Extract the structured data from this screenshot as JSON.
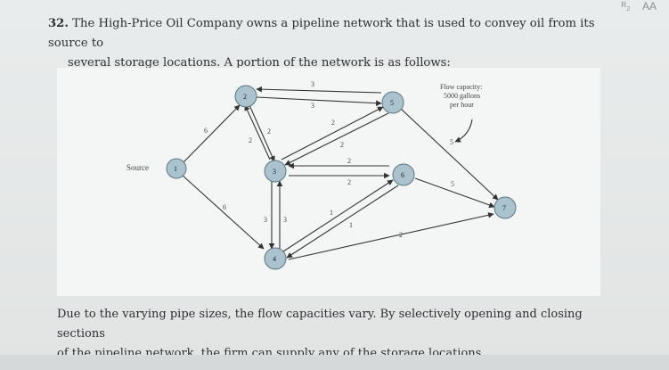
{
  "topbar": {
    "icon_label": "ᴿ₂",
    "font_size_label": "AA"
  },
  "question": {
    "number": "32.",
    "text_line1": "The High-Price Oil Company owns a pipeline network that is used to convey oil from its source to",
    "text_line2": "several storage locations. A portion of the network is as follows:"
  },
  "diagram": {
    "source_label": "Source",
    "capacity_note": [
      "Flow capacity:",
      "5000 gallons",
      "per hour"
    ],
    "nodes": [
      "1",
      "2",
      "3",
      "4",
      "5",
      "6",
      "7"
    ],
    "edge_labels": {
      "e12": "6",
      "e14": "6",
      "e25": "3",
      "e52": "3",
      "e23": "2",
      "e32": "2",
      "e35": "2",
      "e53": "2",
      "e36": "2",
      "e63": "2",
      "e34": "3",
      "e43": "3",
      "e46": "1",
      "e64": "1",
      "e57": "5",
      "e67": "5",
      "e47": "2"
    }
  },
  "footer": {
    "line1": "Due to the varying pipe sizes, the flow capacities vary. By selectively opening and closing sections",
    "line2": "of the pipeline network, the firm can supply any of the storage locations."
  }
}
